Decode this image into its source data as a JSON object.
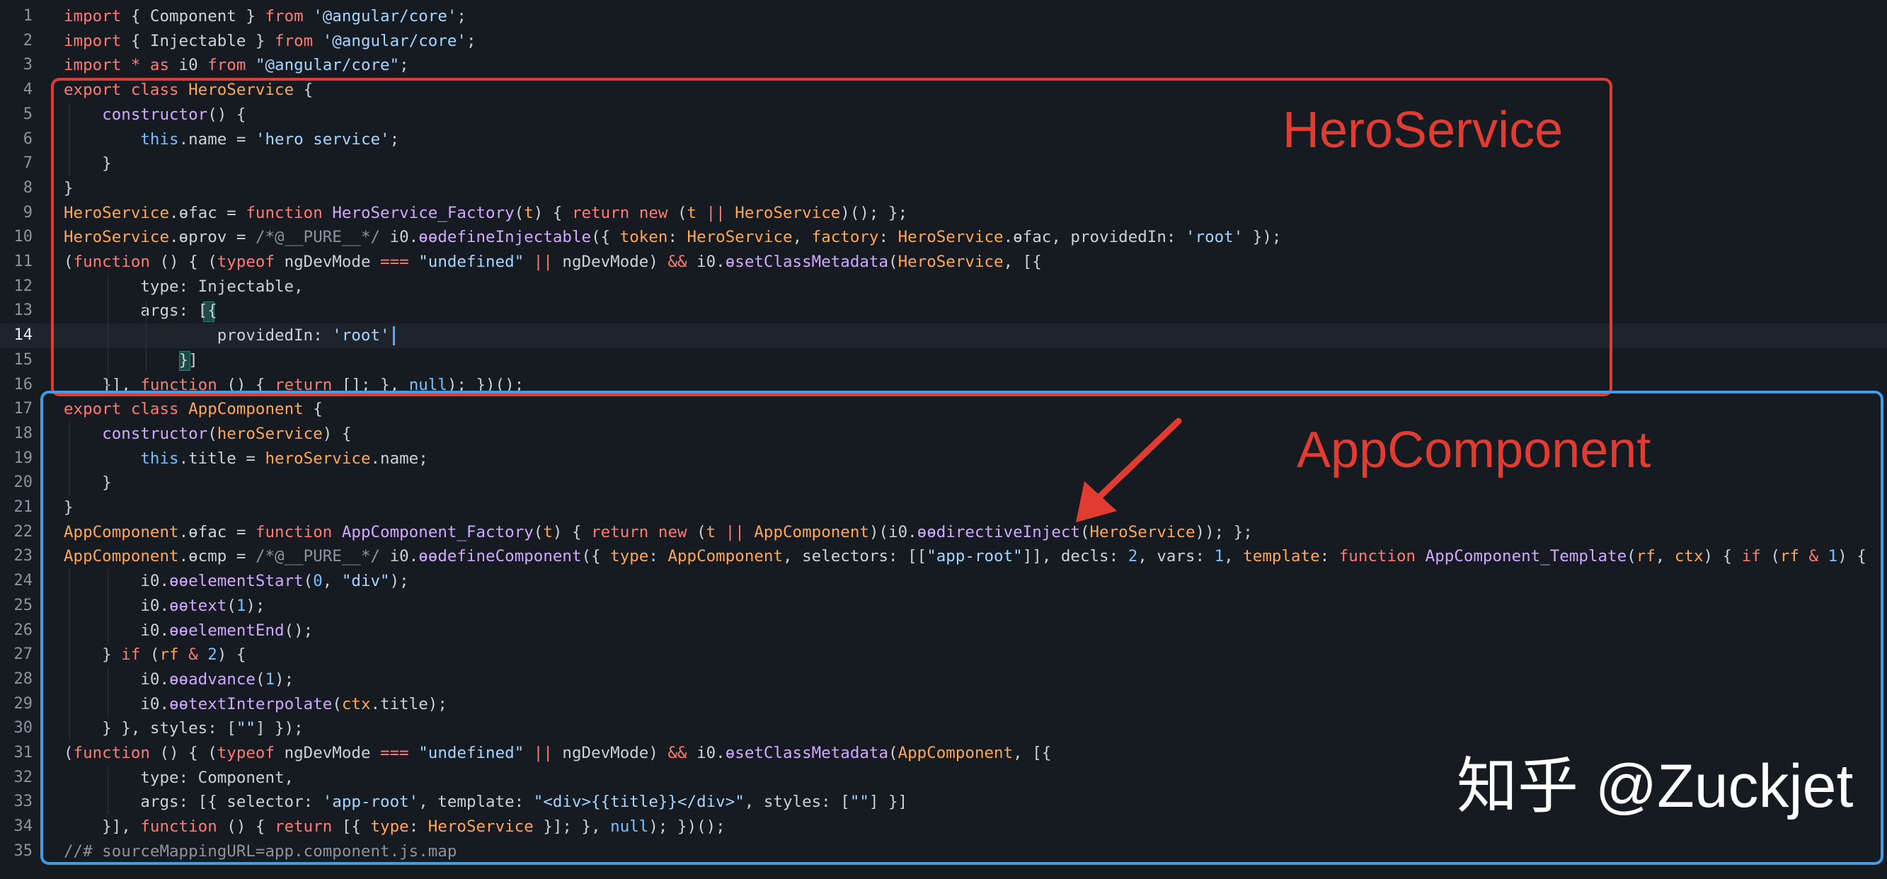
{
  "editor": {
    "current_line": 14,
    "lines": [
      {
        "n": "1",
        "t": [
          [
            "kw",
            "import"
          ],
          [
            "pl",
            " { Component } "
          ],
          [
            "kw",
            "from"
          ],
          [
            "pl",
            " "
          ],
          [
            "str",
            "'@angular/core'"
          ],
          [
            "pl",
            ";"
          ]
        ]
      },
      {
        "n": "2",
        "t": [
          [
            "kw",
            "import"
          ],
          [
            "pl",
            " { Injectable } "
          ],
          [
            "kw",
            "from"
          ],
          [
            "pl",
            " "
          ],
          [
            "str",
            "'@angular/core'"
          ],
          [
            "pl",
            ";"
          ]
        ]
      },
      {
        "n": "3",
        "t": [
          [
            "kw",
            "import"
          ],
          [
            "pl",
            " "
          ],
          [
            "op",
            "*"
          ],
          [
            "pl",
            " "
          ],
          [
            "kw",
            "as"
          ],
          [
            "pl",
            " i0 "
          ],
          [
            "kw",
            "from"
          ],
          [
            "pl",
            " "
          ],
          [
            "str",
            "\"@angular/core\""
          ],
          [
            "pl",
            ";"
          ]
        ]
      },
      {
        "n": "4",
        "t": [
          [
            "kw",
            "export"
          ],
          [
            "pl",
            " "
          ],
          [
            "kw",
            "class"
          ],
          [
            "pl",
            " "
          ],
          [
            "cls",
            "HeroService"
          ],
          [
            "pl",
            " {"
          ]
        ]
      },
      {
        "n": "5",
        "t": [
          [
            "pl",
            "    "
          ],
          [
            "fn",
            "constructor"
          ],
          [
            "pl",
            "() {"
          ]
        ]
      },
      {
        "n": "6",
        "t": [
          [
            "pl",
            "        "
          ],
          [
            "num",
            "this"
          ],
          [
            "pl",
            "."
          ],
          [
            "pl",
            "name = "
          ],
          [
            "str",
            "'hero service'"
          ],
          [
            "pl",
            ";"
          ]
        ]
      },
      {
        "n": "7",
        "t": [
          [
            "pl",
            "    }"
          ]
        ]
      },
      {
        "n": "8",
        "t": [
          [
            "pl",
            "}"
          ]
        ]
      },
      {
        "n": "9",
        "t": [
          [
            "cls",
            "HeroService"
          ],
          [
            "pl",
            "."
          ],
          [
            "pl",
            "ɵfac"
          ],
          [
            "pl",
            " = "
          ],
          [
            "kw",
            "function"
          ],
          [
            "pl",
            " "
          ],
          [
            "fn",
            "HeroService_Factory"
          ],
          [
            "pl",
            "("
          ],
          [
            "prm",
            "t"
          ],
          [
            "pl",
            ") { "
          ],
          [
            "kw",
            "return"
          ],
          [
            "pl",
            " "
          ],
          [
            "kw",
            "new"
          ],
          [
            "pl",
            " ("
          ],
          [
            "prm",
            "t"
          ],
          [
            "pl",
            " "
          ],
          [
            "op",
            "||"
          ],
          [
            "pl",
            " "
          ],
          [
            "cls",
            "HeroService"
          ],
          [
            "pl",
            ")(); };"
          ]
        ]
      },
      {
        "n": "10",
        "t": [
          [
            "cls",
            "HeroService"
          ],
          [
            "pl",
            ".ɵprov = "
          ],
          [
            "cm",
            "/*@__PURE__*/"
          ],
          [
            "pl",
            " i0."
          ],
          [
            "fn",
            "ɵɵdefineInjectable"
          ],
          [
            "pl",
            "({ "
          ],
          [
            "prm",
            "token"
          ],
          [
            "pl",
            ": "
          ],
          [
            "cls",
            "HeroService"
          ],
          [
            "pl",
            ", "
          ],
          [
            "prm",
            "factory"
          ],
          [
            "pl",
            ": "
          ],
          [
            "cls",
            "HeroService"
          ],
          [
            "pl",
            ".ɵfac, providedIn: "
          ],
          [
            "str",
            "'root'"
          ],
          [
            "pl",
            " });"
          ]
        ]
      },
      {
        "n": "11",
        "t": [
          [
            "pl",
            "("
          ],
          [
            "kw",
            "function"
          ],
          [
            "pl",
            " () { ("
          ],
          [
            "kw",
            "typeof"
          ],
          [
            "pl",
            " ngDevMode "
          ],
          [
            "op",
            "==="
          ],
          [
            "pl",
            " "
          ],
          [
            "str",
            "\"undefined\""
          ],
          [
            "pl",
            " "
          ],
          [
            "op",
            "||"
          ],
          [
            "pl",
            " ngDevMode) "
          ],
          [
            "op",
            "&&"
          ],
          [
            "pl",
            " i0."
          ],
          [
            "fn",
            "ɵsetClassMetadata"
          ],
          [
            "pl",
            "("
          ],
          [
            "cls",
            "HeroService"
          ],
          [
            "pl",
            ", [{"
          ]
        ]
      },
      {
        "n": "12",
        "t": [
          [
            "pl",
            "        type: Injectable,"
          ]
        ]
      },
      {
        "n": "13",
        "t": [
          [
            "pl",
            "        args: ["
          ],
          [
            "pl",
            "{"
          ]
        ]
      },
      {
        "n": "14",
        "t": [
          [
            "pl",
            "                providedIn: "
          ],
          [
            "str",
            "'root'"
          ]
        ]
      },
      {
        "n": "15",
        "t": [
          [
            "pl",
            "            "
          ],
          [
            "pl",
            "}"
          ],
          [
            "pl",
            "]"
          ]
        ]
      },
      {
        "n": "16",
        "t": [
          [
            "pl",
            "    }], "
          ],
          [
            "kw",
            "function"
          ],
          [
            "pl",
            " () { "
          ],
          [
            "kw",
            "return"
          ],
          [
            "pl",
            " []; }, "
          ],
          [
            "num",
            "null"
          ],
          [
            "pl",
            "); })();"
          ]
        ]
      },
      {
        "n": "17",
        "t": [
          [
            "kw",
            "export"
          ],
          [
            "pl",
            " "
          ],
          [
            "kw",
            "class"
          ],
          [
            "pl",
            " "
          ],
          [
            "cls",
            "AppComponent"
          ],
          [
            "pl",
            " {"
          ]
        ]
      },
      {
        "n": "18",
        "t": [
          [
            "pl",
            "    "
          ],
          [
            "fn",
            "constructor"
          ],
          [
            "pl",
            "("
          ],
          [
            "prm",
            "heroService"
          ],
          [
            "pl",
            ") {"
          ]
        ]
      },
      {
        "n": "19",
        "t": [
          [
            "pl",
            "        "
          ],
          [
            "num",
            "this"
          ],
          [
            "pl",
            ".title = "
          ],
          [
            "prm",
            "heroService"
          ],
          [
            "pl",
            ".name;"
          ]
        ]
      },
      {
        "n": "20",
        "t": [
          [
            "pl",
            "    }"
          ]
        ]
      },
      {
        "n": "21",
        "t": [
          [
            "pl",
            "}"
          ]
        ]
      },
      {
        "n": "22",
        "t": [
          [
            "cls",
            "AppComponent"
          ],
          [
            "pl",
            ".ɵfac = "
          ],
          [
            "kw",
            "function"
          ],
          [
            "pl",
            " "
          ],
          [
            "fn",
            "AppComponent_Factory"
          ],
          [
            "pl",
            "("
          ],
          [
            "prm",
            "t"
          ],
          [
            "pl",
            ") { "
          ],
          [
            "kw",
            "return"
          ],
          [
            "pl",
            " "
          ],
          [
            "kw",
            "new"
          ],
          [
            "pl",
            " ("
          ],
          [
            "prm",
            "t"
          ],
          [
            "pl",
            " "
          ],
          [
            "op",
            "||"
          ],
          [
            "pl",
            " "
          ],
          [
            "cls",
            "AppComponent"
          ],
          [
            "pl",
            ")(i0."
          ],
          [
            "fn",
            "ɵɵdirectiveInject"
          ],
          [
            "pl",
            "("
          ],
          [
            "cls",
            "HeroService"
          ],
          [
            "pl",
            "));"
          ],
          [
            "pl",
            " };"
          ]
        ]
      },
      {
        "n": "23",
        "t": [
          [
            "cls",
            "AppComponent"
          ],
          [
            "pl",
            ".ɵcmp = "
          ],
          [
            "cm",
            "/*@__PURE__*/"
          ],
          [
            "pl",
            " i0."
          ],
          [
            "fn",
            "ɵɵdefineComponent"
          ],
          [
            "pl",
            "({ "
          ],
          [
            "prm",
            "type"
          ],
          [
            "pl",
            ": "
          ],
          [
            "cls",
            "AppComponent"
          ],
          [
            "pl",
            ", selectors: [["
          ],
          [
            "str",
            "\"app-root\""
          ],
          [
            "pl",
            "]], decls: "
          ],
          [
            "num",
            "2"
          ],
          [
            "pl",
            ", vars: "
          ],
          [
            "num",
            "1"
          ],
          [
            "pl",
            ", "
          ],
          [
            "prm",
            "template"
          ],
          [
            "pl",
            ": "
          ],
          [
            "kw",
            "function"
          ],
          [
            "pl",
            " "
          ],
          [
            "fn",
            "AppComponent_Template"
          ],
          [
            "pl",
            "("
          ],
          [
            "prm",
            "rf"
          ],
          [
            "pl",
            ", "
          ],
          [
            "prm",
            "ctx"
          ],
          [
            "pl",
            ") { "
          ],
          [
            "kw",
            "if"
          ],
          [
            "pl",
            " ("
          ],
          [
            "prm",
            "rf"
          ],
          [
            "pl",
            " "
          ],
          [
            "op",
            "&"
          ],
          [
            "pl",
            " "
          ],
          [
            "num",
            "1"
          ],
          [
            "pl",
            ") {"
          ]
        ]
      },
      {
        "n": "24",
        "t": [
          [
            "pl",
            "        i0."
          ],
          [
            "fn",
            "ɵɵelementStart"
          ],
          [
            "pl",
            "("
          ],
          [
            "num",
            "0"
          ],
          [
            "pl",
            ", "
          ],
          [
            "str",
            "\"div\""
          ],
          [
            "pl",
            ");"
          ]
        ]
      },
      {
        "n": "25",
        "t": [
          [
            "pl",
            "        i0."
          ],
          [
            "fn",
            "ɵɵtext"
          ],
          [
            "pl",
            "("
          ],
          [
            "num",
            "1"
          ],
          [
            "pl",
            ");"
          ]
        ]
      },
      {
        "n": "26",
        "t": [
          [
            "pl",
            "        i0."
          ],
          [
            "fn",
            "ɵɵelementEnd"
          ],
          [
            "pl",
            "();"
          ]
        ]
      },
      {
        "n": "27",
        "t": [
          [
            "pl",
            "    } "
          ],
          [
            "kw",
            "if"
          ],
          [
            "pl",
            " ("
          ],
          [
            "prm",
            "rf"
          ],
          [
            "pl",
            " "
          ],
          [
            "op",
            "&"
          ],
          [
            "pl",
            " "
          ],
          [
            "num",
            "2"
          ],
          [
            "pl",
            ") {"
          ]
        ]
      },
      {
        "n": "28",
        "t": [
          [
            "pl",
            "        i0."
          ],
          [
            "fn",
            "ɵɵadvance"
          ],
          [
            "pl",
            "("
          ],
          [
            "num",
            "1"
          ],
          [
            "pl",
            ");"
          ]
        ]
      },
      {
        "n": "29",
        "t": [
          [
            "pl",
            "        i0."
          ],
          [
            "fn",
            "ɵɵtextInterpolate"
          ],
          [
            "pl",
            "("
          ],
          [
            "prm",
            "ctx"
          ],
          [
            "pl",
            ".title);"
          ]
        ]
      },
      {
        "n": "30",
        "t": [
          [
            "pl",
            "    } }, styles: ["
          ],
          [
            "str",
            "\"\""
          ],
          [
            "pl",
            "] });"
          ]
        ]
      },
      {
        "n": "31",
        "t": [
          [
            "pl",
            "("
          ],
          [
            "kw",
            "function"
          ],
          [
            "pl",
            " () { ("
          ],
          [
            "kw",
            "typeof"
          ],
          [
            "pl",
            " ngDevMode "
          ],
          [
            "op",
            "==="
          ],
          [
            "pl",
            " "
          ],
          [
            "str",
            "\"undefined\""
          ],
          [
            "pl",
            " "
          ],
          [
            "op",
            "||"
          ],
          [
            "pl",
            " ngDevMode) "
          ],
          [
            "op",
            "&&"
          ],
          [
            "pl",
            " i0."
          ],
          [
            "fn",
            "ɵsetClassMetadata"
          ],
          [
            "pl",
            "("
          ],
          [
            "cls",
            "AppComponent"
          ],
          [
            "pl",
            ", [{"
          ]
        ]
      },
      {
        "n": "32",
        "t": [
          [
            "pl",
            "        type: Component,"
          ]
        ]
      },
      {
        "n": "33",
        "t": [
          [
            "pl",
            "        args: [{ selector: "
          ],
          [
            "str",
            "'app-root'"
          ],
          [
            "pl",
            ", template: "
          ],
          [
            "str",
            "\"<div>{{title}}</div>\""
          ],
          [
            "pl",
            ", styles: ["
          ],
          [
            "str",
            "\"\""
          ],
          [
            "pl",
            "] }]"
          ]
        ]
      },
      {
        "n": "34",
        "t": [
          [
            "pl",
            "    }], "
          ],
          [
            "kw",
            "function"
          ],
          [
            "pl",
            " () { "
          ],
          [
            "kw",
            "return"
          ],
          [
            "pl",
            " [{ "
          ],
          [
            "prm",
            "type"
          ],
          [
            "pl",
            ": "
          ],
          [
            "cls",
            "HeroService"
          ],
          [
            "pl",
            " }]; }, "
          ],
          [
            "num",
            "null"
          ],
          [
            "pl",
            "); })();"
          ]
        ]
      },
      {
        "n": "35",
        "t": [
          [
            "cm",
            "//# sourceMappingURL=app.component.js.map"
          ]
        ]
      }
    ]
  },
  "annotations": {
    "hero_label": "HeroService",
    "app_label": "AppComponent",
    "hero_color": "#e03c31",
    "app_color": "#3f9ce6",
    "arrow_icon": "red-arrow-icon"
  },
  "watermark": "知乎 @Zuckjet"
}
